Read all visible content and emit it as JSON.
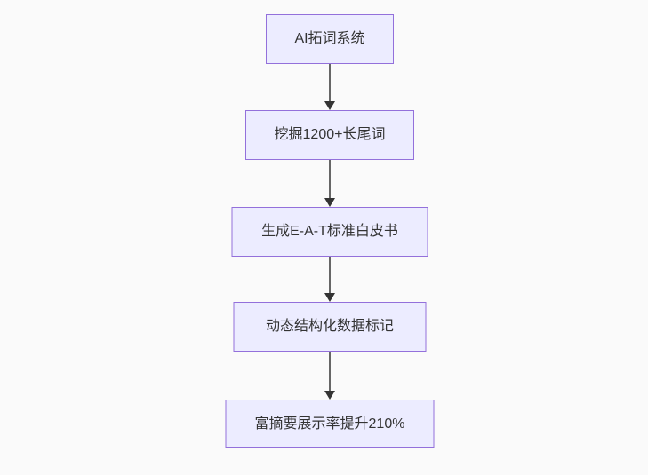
{
  "diagram": {
    "type": "flowchart-vertical",
    "colors": {
      "background": "#fafafa",
      "node_fill": "#ECECFF",
      "node_border": "#9370DB",
      "text": "#333333",
      "edge_line": "#666666",
      "edge_head": "#333333"
    },
    "nodes": [
      {
        "label": "AI拓词系统"
      },
      {
        "label": "挖掘1200+长尾词"
      },
      {
        "label": "生成E-A-T标准白皮书"
      },
      {
        "label": "动态结构化数据标记"
      },
      {
        "label": "富摘要展示率提升210%"
      }
    ],
    "edges": [
      {
        "from": 0,
        "to": 1,
        "direction": "down"
      },
      {
        "from": 1,
        "to": 2,
        "direction": "down"
      },
      {
        "from": 2,
        "to": 3,
        "direction": "down"
      },
      {
        "from": 3,
        "to": 4,
        "direction": "down"
      }
    ]
  }
}
